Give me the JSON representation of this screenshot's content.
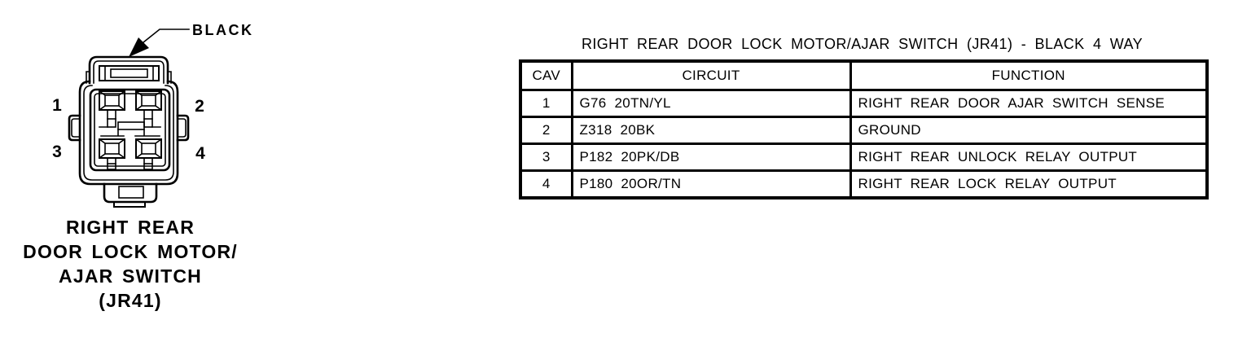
{
  "colors": {
    "ink": "#000000",
    "paper": "#ffffff"
  },
  "connector": {
    "color_label": "BLACK",
    "pin_labels": [
      "1",
      "2",
      "3",
      "4"
    ],
    "caption_lines": [
      "RIGHT REAR",
      "DOOR LOCK MOTOR/",
      "AJAR SWITCH",
      "(JR41)"
    ]
  },
  "table": {
    "title": "RIGHT REAR DOOR LOCK MOTOR/AJAR SWITCH (JR41) - BLACK 4 WAY",
    "headers": [
      "CAV",
      "CIRCUIT",
      "FUNCTION"
    ],
    "rows": [
      {
        "cav": "1",
        "circuit": "G76 20TN/YL",
        "function": "RIGHT REAR DOOR AJAR SWITCH SENSE"
      },
      {
        "cav": "2",
        "circuit": "Z318 20BK",
        "function": "GROUND"
      },
      {
        "cav": "3",
        "circuit": "P182 20PK/DB",
        "function": "RIGHT REAR UNLOCK RELAY OUTPUT"
      },
      {
        "cav": "4",
        "circuit": "P180 20OR/TN",
        "function": "RIGHT REAR LOCK RELAY OUTPUT"
      }
    ]
  }
}
